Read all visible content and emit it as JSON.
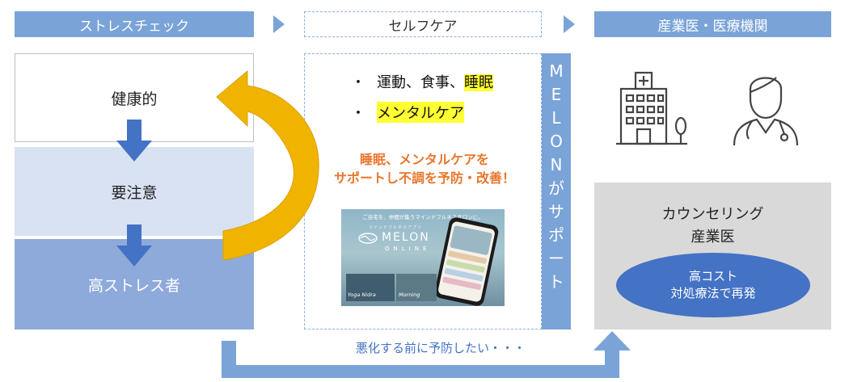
{
  "headers": {
    "stress_check": "ストレスチェック",
    "self_care": "セルフケア",
    "medical": "産業医・医療機関"
  },
  "left": {
    "healthy": "健康的",
    "caution": "要注意",
    "high_stress": "高ストレス者"
  },
  "middle": {
    "bullet_1_prefix": "運動、食事、",
    "bullet_1_highlight": "睡眠",
    "bullet_2_highlight": "メンタルケア",
    "support_line_1": "睡眠、メンタルケアを",
    "support_line_2": "サポートし不調を予防・改善！",
    "app": {
      "tagline": "ご自宅を、仲間が集うマインドフルネスサロンに。",
      "subtitle": "マインドフルネスアプリ",
      "brand": "MELON",
      "brand_sub": "ONLINE",
      "caption_1": "Yoga Nidra",
      "caption_2": "Morning"
    }
  },
  "vertical_label": [
    "M",
    "E",
    "L",
    "O",
    "N",
    "が",
    "サ",
    "ポ",
    "ー",
    "ト"
  ],
  "right": {
    "counseling_line_1": "カウンセリング",
    "counseling_line_2": "産業医",
    "cost_line_1": "高コスト",
    "cost_line_2": "対処療法で再発"
  },
  "bottom_note": "悪化する前に予防したい・・・",
  "icons": {
    "hospital": "hospital-building-icon",
    "doctor": "doctor-icon"
  },
  "colors": {
    "header_blue": "#7aa3d8",
    "arrow_blue": "#4472c4",
    "arrow_gold": "#f0b400",
    "highlight": "#ffff33",
    "orange_text": "#e8762d",
    "gray_panel": "#d9d9d9"
  }
}
